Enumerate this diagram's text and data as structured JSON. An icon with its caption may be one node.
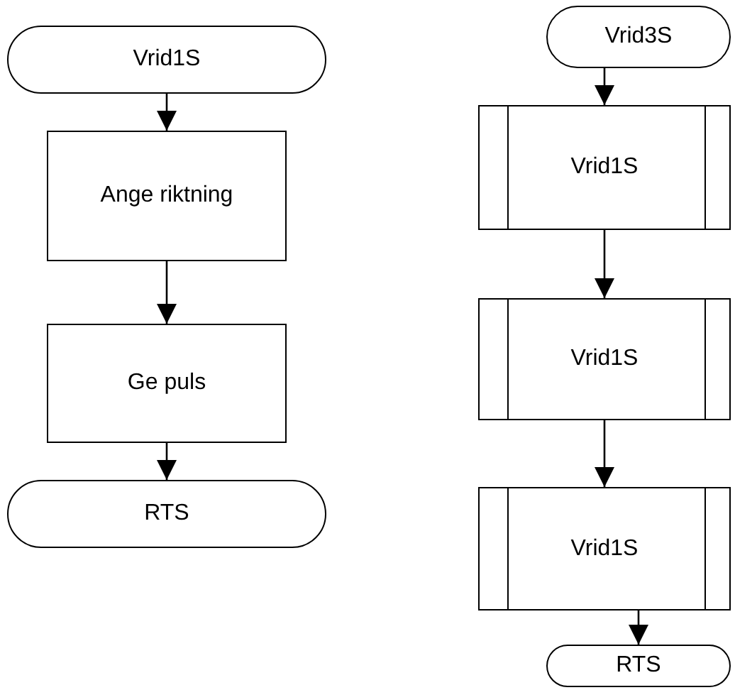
{
  "diagram": {
    "nodes": [
      {
        "text": [
          "Vrid1S"
        ]
      },
      {
        "text": [
          "Ange riktning"
        ]
      },
      {
        "text": [
          "Ge puls"
        ]
      },
      {
        "text": [
          "RTS"
        ]
      },
      {
        "text": [
          "Vrid3S"
        ]
      },
      {
        "text": [
          "Vrid1S"
        ]
      },
      {
        "text": [
          "Vrid1S"
        ]
      },
      {
        "text": [
          "Vrid1S"
        ]
      },
      {
        "text": [
          "RTS"
        ]
      }
    ],
    "edges": [
      {
        "from": 0,
        "to": 1,
        "arrow": "to"
      },
      {
        "from": 1,
        "to": 2,
        "arrow": "to"
      },
      {
        "from": 2,
        "to": 3,
        "arrow": "to"
      },
      {
        "from": 4,
        "to": 5,
        "arrow": "to"
      },
      {
        "from": 5,
        "to": 6,
        "arrow": "to"
      },
      {
        "from": 6,
        "to": 7,
        "arrow": "to"
      },
      {
        "from": 7,
        "to": 8,
        "arrow": "to"
      }
    ]
  }
}
